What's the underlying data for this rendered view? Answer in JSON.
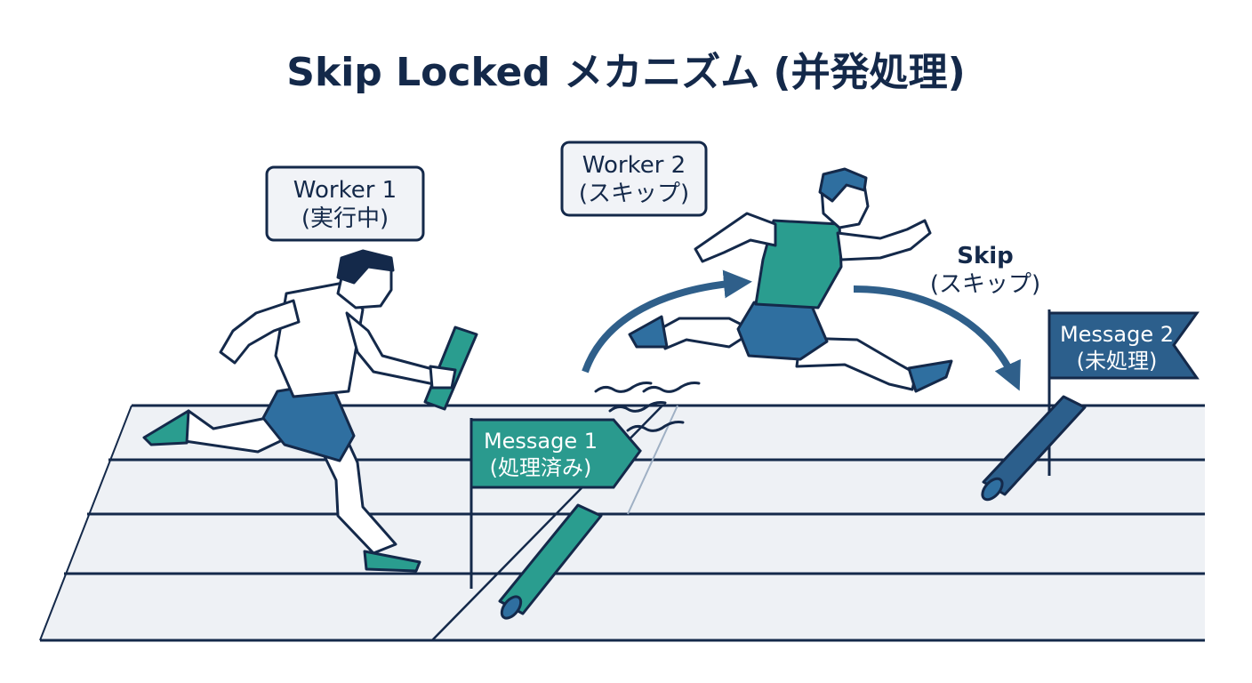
{
  "title": "Skip Locked メカニズム (并発処理)",
  "worker1": {
    "name": "Worker 1",
    "status": "(実行中)"
  },
  "worker2": {
    "name": "Worker 2",
    "status": "(スキップ)"
  },
  "skip": {
    "label": "Skip",
    "sub": "(スキップ)"
  },
  "message1": {
    "name": "Message 1",
    "status": "(処理済み)"
  },
  "message2": {
    "name": "Message 2",
    "status": "(未処理)"
  },
  "colors": {
    "navy": "#14294a",
    "teal": "#2a9d8f",
    "blue": "#2f5f8a",
    "flag_teal": "#2a9a8e",
    "flag_blue": "#2c5f8c",
    "track": "#eef1f5",
    "label_bg": "#f1f3f7"
  }
}
